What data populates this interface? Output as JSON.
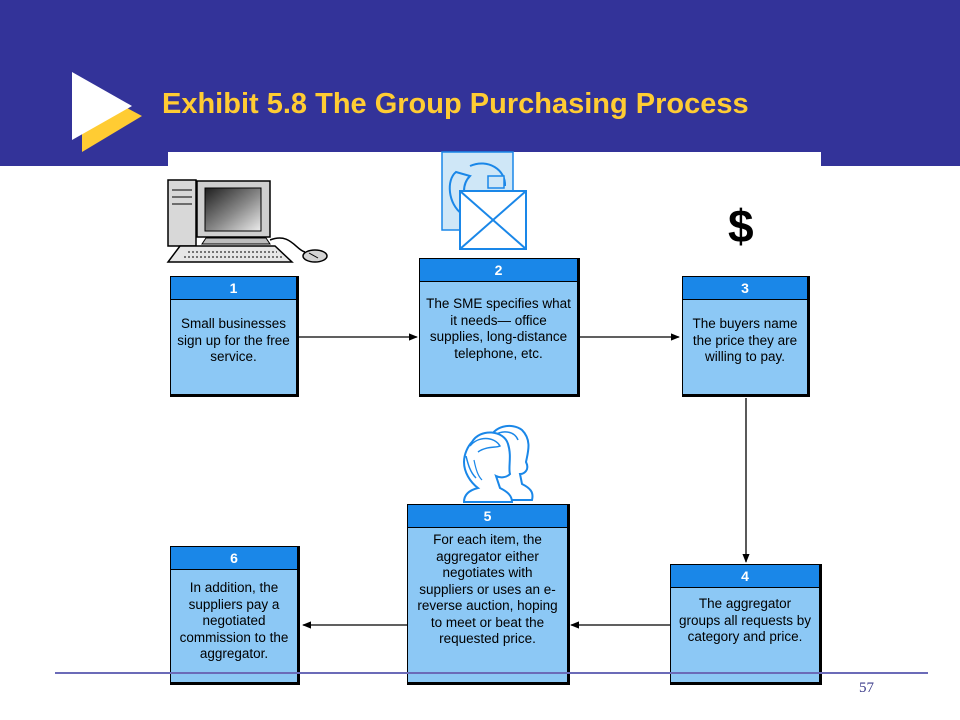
{
  "slide": {
    "title": "Exhibit 5.8 The Group Purchasing Process",
    "page_number": "57",
    "colors": {
      "header_background": "#333399",
      "title_text": "#ffcc33",
      "step_number_bar": "#1a87e8",
      "step_body": "#8cc8f5"
    }
  },
  "icons": [
    "play-triangle-icon",
    "computer-icon",
    "phone-envelope-icon",
    "dollar-sign-icon",
    "people-icon"
  ],
  "dollar_symbol": "$",
  "steps": [
    {
      "number": "1",
      "text": "Small businesses sign up for the free service."
    },
    {
      "number": "2",
      "text": "The SME specifies what it needs— office supplies, long-distance telephone, etc."
    },
    {
      "number": "3",
      "text": "The buyers name the price they are willing to pay."
    },
    {
      "number": "4",
      "text": "The aggregator groups all requests by category and price."
    },
    {
      "number": "5",
      "text": "For each item, the aggregator either negotiates with suppliers or uses an e-reverse auction, hoping to meet or beat the requested price."
    },
    {
      "number": "6",
      "text": "In addition, the suppliers pay a negotiated commission to the aggregator."
    }
  ]
}
